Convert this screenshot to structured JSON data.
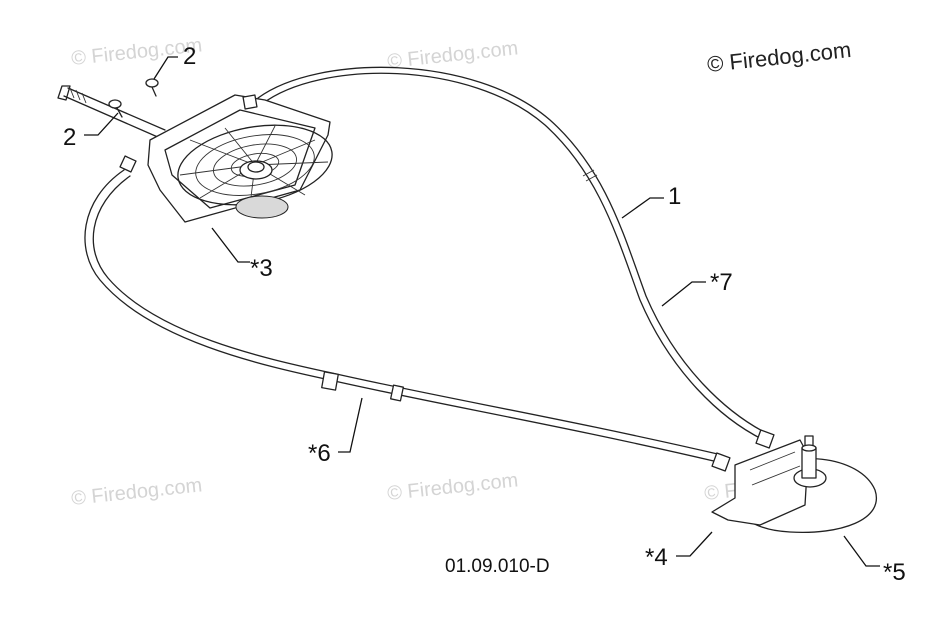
{
  "watermark": {
    "main": "© Firedog.com",
    "faint": "© Firedog.com"
  },
  "drawing_id": "01.09.010-D",
  "callouts": [
    {
      "id": "top-screw",
      "label": "2"
    },
    {
      "id": "left-screw",
      "label": "2"
    },
    {
      "id": "cable",
      "label": "1"
    },
    {
      "id": "guide-box",
      "label": "*3"
    },
    {
      "id": "upper-cable",
      "label": "*7"
    },
    {
      "id": "lower-cable",
      "label": "*6"
    },
    {
      "id": "bracket",
      "label": "*4"
    },
    {
      "id": "plate",
      "label": "*5"
    }
  ]
}
